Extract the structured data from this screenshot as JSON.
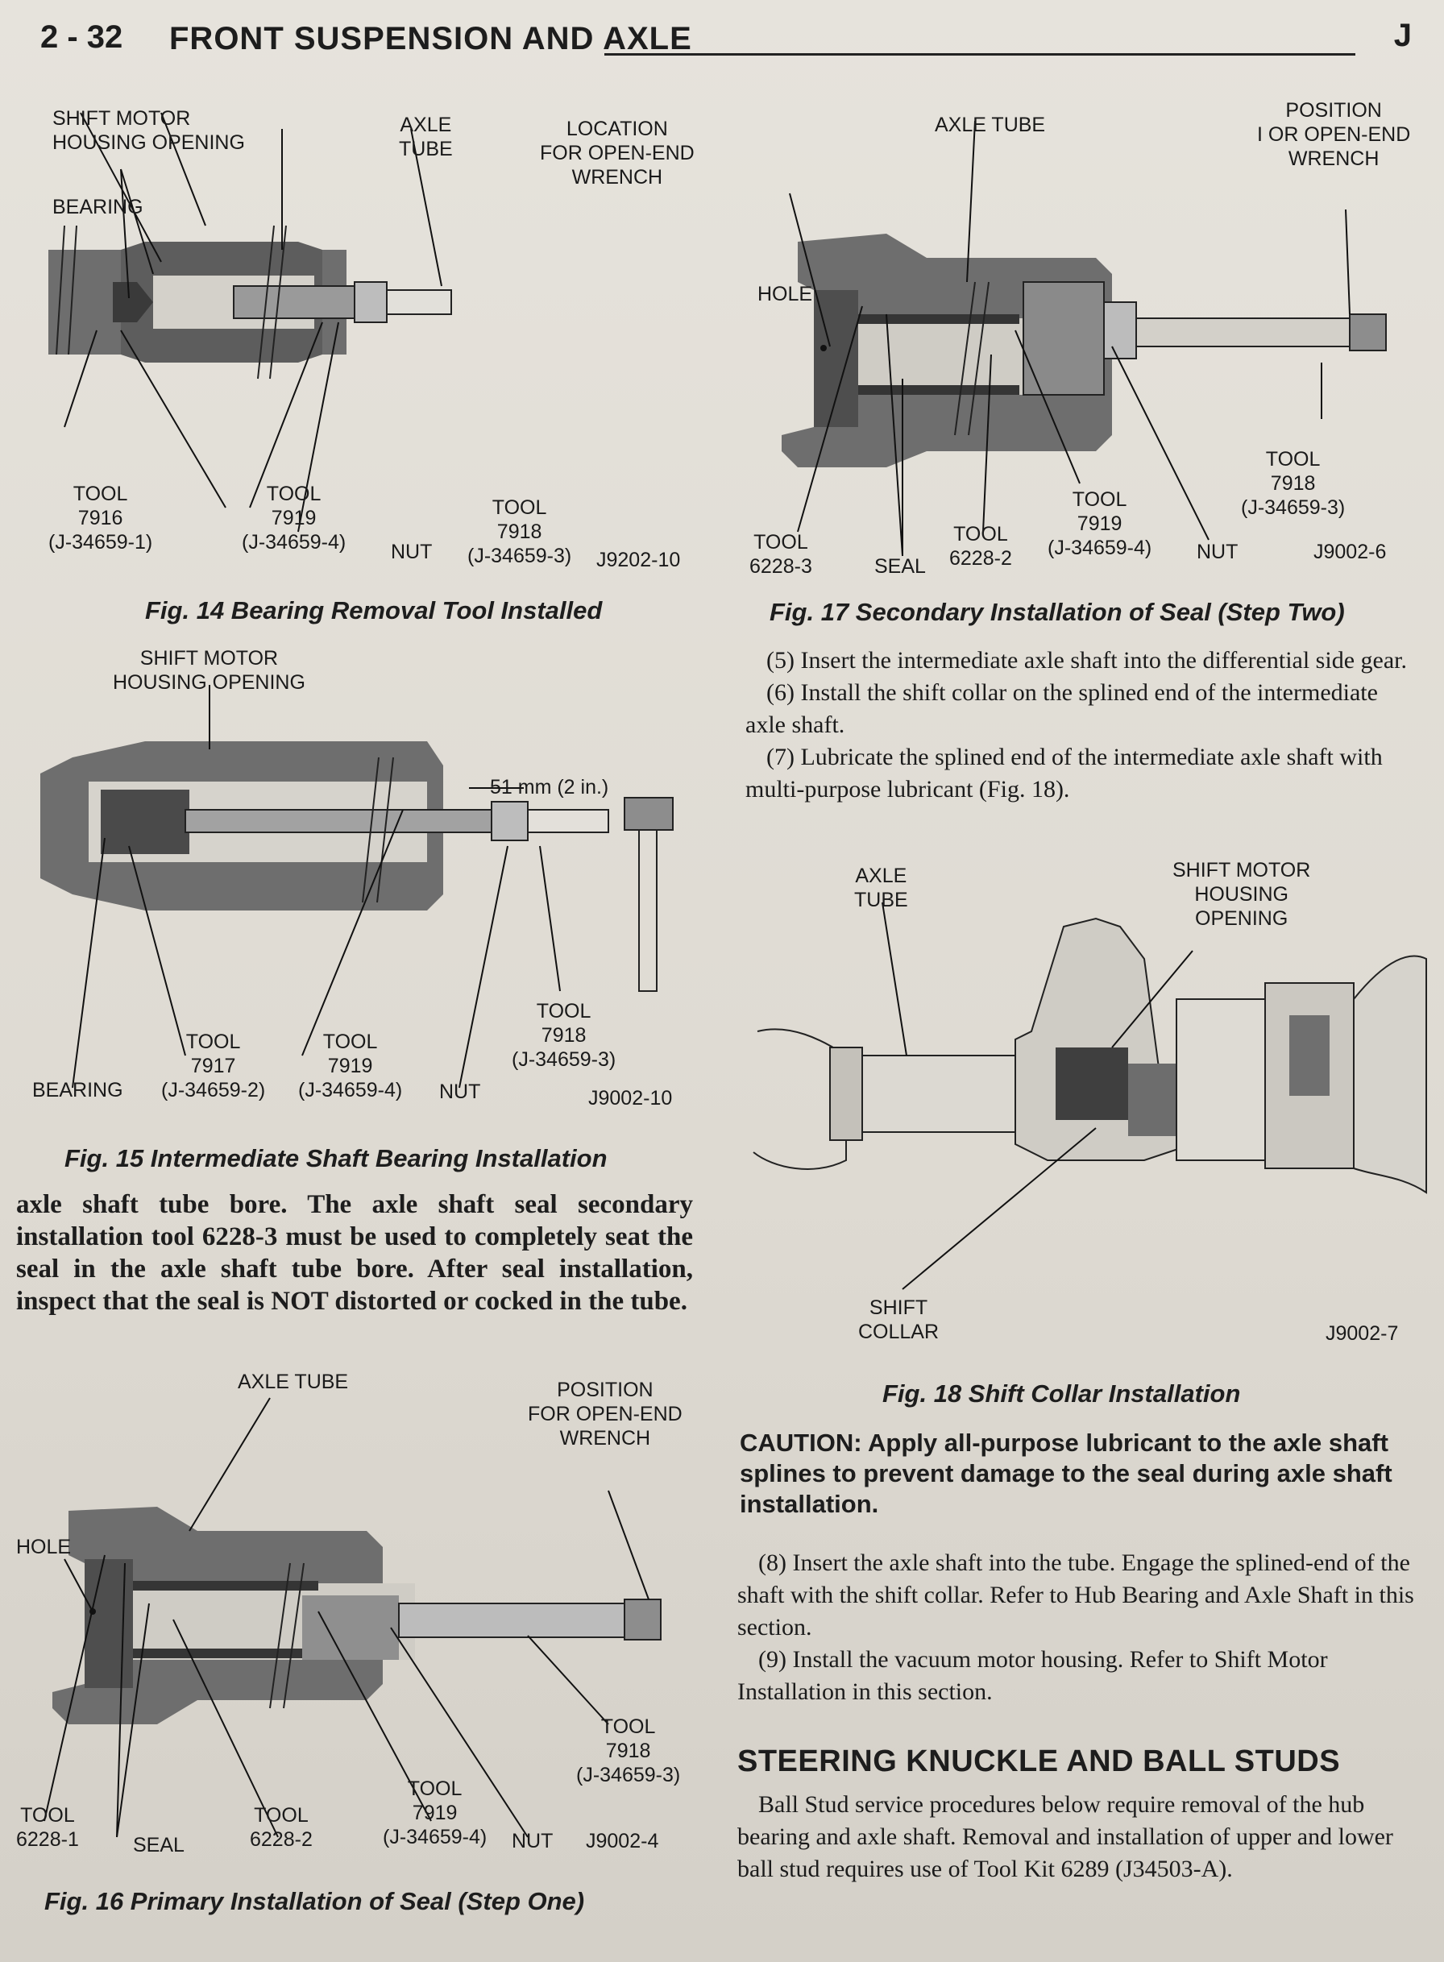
{
  "header": {
    "page_number": "2 - 32",
    "title": "FRONT SUSPENSION AND AXLE",
    "section_letter": "J"
  },
  "fig14": {
    "caption": "Fig. 14 Bearing Removal Tool Installed",
    "labels": {
      "shift_motor": "SHIFT MOTOR\nHOUSING OPENING",
      "bearing": "BEARING",
      "axle_tube": "AXLE\nTUBE",
      "location": "LOCATION\nFOR OPEN-END\nWRENCH",
      "tool7916": "TOOL\n7916\n(J-34659-1)",
      "tool7919": "TOOL\n7919\n(J-34659-4)",
      "nut": "NUT",
      "tool7918": "TOOL\n7918\n(J-34659-3)",
      "code": "J9202-10"
    }
  },
  "fig15": {
    "caption": "Fig. 15 Intermediate Shaft Bearing Installation",
    "labels": {
      "shift_motor": "SHIFT MOTOR\nHOUSING OPENING",
      "dimension": "51 mm (2 in.)",
      "bearing": "BEARING",
      "tool7917": "TOOL\n7917\n(J-34659-2)",
      "tool7919": "TOOL\n7919\n(J-34659-4)",
      "nut": "NUT",
      "tool7918": "TOOL\n7918\n(J-34659-3)",
      "code": "J9002-10"
    }
  },
  "left_text": "axle shaft tube bore. The axle shaft seal secondary installation tool 6228-3 must be used to completely seat the seal in the axle shaft tube bore. After seal installation, inspect that the seal is NOT distorted or cocked in the tube.",
  "fig16": {
    "caption": "Fig. 16 Primary Installation of Seal (Step One)",
    "labels": {
      "axle_tube": "AXLE TUBE",
      "position": "POSITION\nFOR OPEN-END\nWRENCH",
      "hole": "HOLE",
      "tool6228_1": "TOOL\n6228-1",
      "seal": "SEAL",
      "tool6228_2": "TOOL\n6228-2",
      "tool7919": "TOOL\n7919\n(J-34659-4)",
      "nut": "NUT",
      "tool7918": "TOOL\n7918\n(J-34659-3)",
      "code": "J9002-4"
    }
  },
  "fig17": {
    "caption": "Fig. 17 Secondary Installation of Seal (Step Two)",
    "labels": {
      "axle_tube": "AXLE TUBE",
      "position": "POSITION\nI OR OPEN-END\nWRENCH",
      "hole": "HOLE",
      "tool6228_3": "TOOL\n6228-3",
      "seal": "SEAL",
      "tool6228_2": "TOOL\n6228-2",
      "tool7919": "TOOL\n7919\n(J-34659-4)",
      "nut": "NUT",
      "tool7918": "TOOL\n7918\n(J-34659-3)",
      "code": "J9002-6"
    }
  },
  "steps_a": [
    "(5) Insert the intermediate axle shaft into the differential side gear.",
    "(6) Install the shift collar on the splined end of the intermediate axle shaft.",
    "(7) Lubricate the splined end of the intermediate axle shaft with multi-purpose lubricant (Fig. 18)."
  ],
  "fig18": {
    "caption": "Fig. 18 Shift Collar Installation",
    "labels": {
      "axle_tube": "AXLE\nTUBE",
      "shift_motor": "SHIFT MOTOR\nHOUSING\nOPENING",
      "shift_collar": "SHIFT\nCOLLAR",
      "code": "J9002-7"
    }
  },
  "caution": "CAUTION: Apply all-purpose lubricant to the axle shaft splines to prevent damage to the seal during axle shaft installation.",
  "steps_b": [
    "(8) Insert the axle shaft into the tube. Engage the splined-end of the shaft with the shift collar. Refer to Hub Bearing and Axle Shaft in this section.",
    "(9) Install the vacuum motor housing. Refer to Shift Motor Installation in this section."
  ],
  "section_heading": "STEERING KNUCKLE AND BALL STUDS",
  "section_text": "Ball Stud service procedures below require removal of the hub bearing and axle shaft. Removal and installation of upper and lower ball stud requires use of Tool Kit 6289 (J34503-A)."
}
